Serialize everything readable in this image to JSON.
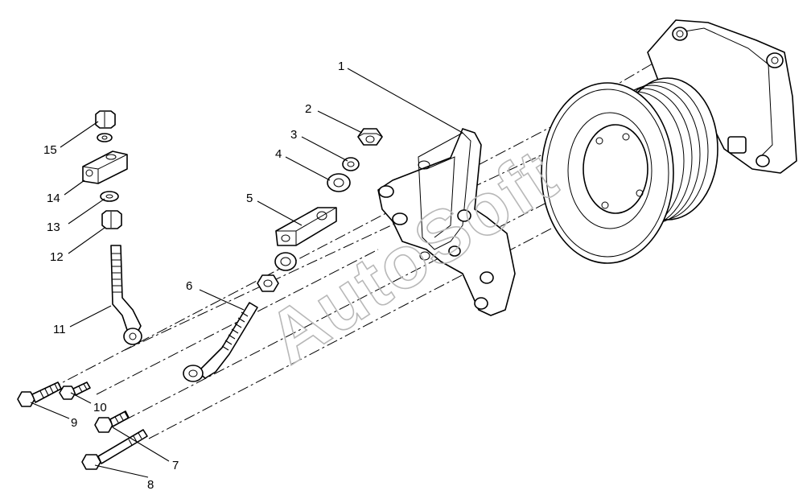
{
  "watermark": "AutoSoft",
  "callouts": [
    {
      "id": "1",
      "label": "1"
    },
    {
      "id": "2",
      "label": "2"
    },
    {
      "id": "3",
      "label": "3"
    },
    {
      "id": "4",
      "label": "4"
    },
    {
      "id": "5",
      "label": "5"
    },
    {
      "id": "6",
      "label": "6"
    },
    {
      "id": "7",
      "label": "7"
    },
    {
      "id": "8",
      "label": "8"
    },
    {
      "id": "9",
      "label": "9"
    },
    {
      "id": "10",
      "label": "10"
    },
    {
      "id": "11",
      "label": "11"
    },
    {
      "id": "12",
      "label": "12"
    },
    {
      "id": "13",
      "label": "13"
    },
    {
      "id": "14",
      "label": "14"
    },
    {
      "id": "15",
      "label": "15"
    }
  ],
  "colors": {
    "line": "#000000",
    "background": "#ffffff",
    "watermark": "#b8b8b8"
  }
}
